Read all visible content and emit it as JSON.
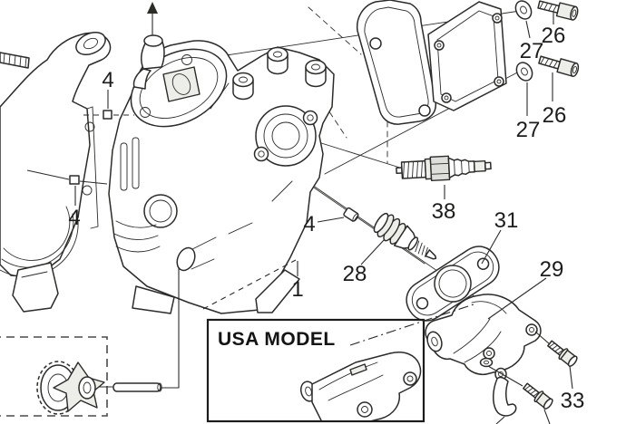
{
  "diagram": {
    "type": "exploded-parts-diagram",
    "inset": {
      "label": "USA MODEL"
    },
    "callouts": {
      "c1": "1",
      "c4a": "4",
      "c4b": "4",
      "c4c": "4",
      "c26a": "26",
      "c26b": "26",
      "c27a": "27",
      "c27b": "27",
      "c28": "28",
      "c29": "29",
      "c31": "31",
      "c33": "33",
      "c38": "38"
    },
    "colors": {
      "line": "#2b2b28",
      "text": "#1c1c1a",
      "background": "#ffffff",
      "shade_light": "#ededea",
      "shade_mid": "#dededb"
    }
  }
}
